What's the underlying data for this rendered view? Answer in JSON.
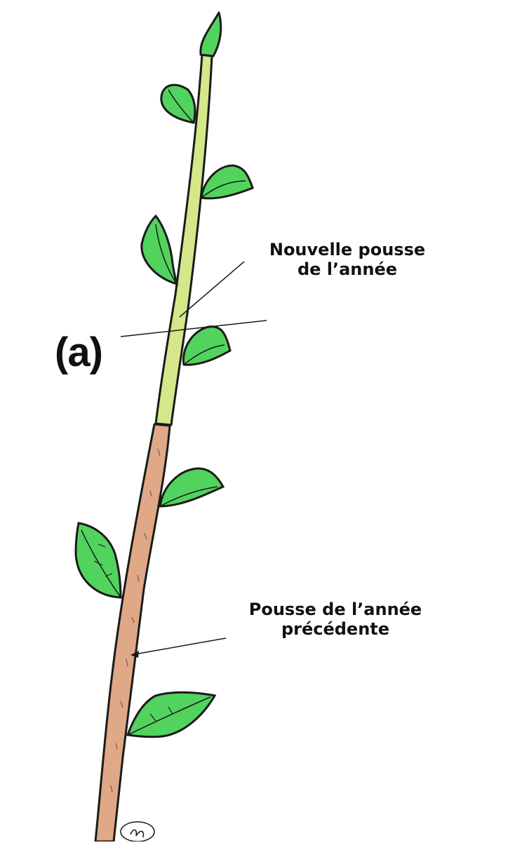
{
  "labels": {
    "new_shoot_line1": "Nouvelle pousse",
    "new_shoot_line2": "de l’année",
    "previous_shoot_line1": "Pousse de l’année",
    "previous_shoot_line2": "précédente",
    "cut_marker": "(a)"
  },
  "colors": {
    "new_shoot_stem": "#d4e88a",
    "previous_shoot_stem": "#dfa886",
    "leaf": "#52d35e",
    "outline": "#1a1a1a"
  },
  "leaves_on_new_shoot": 5,
  "leaves_on_previous_shoot": 3
}
